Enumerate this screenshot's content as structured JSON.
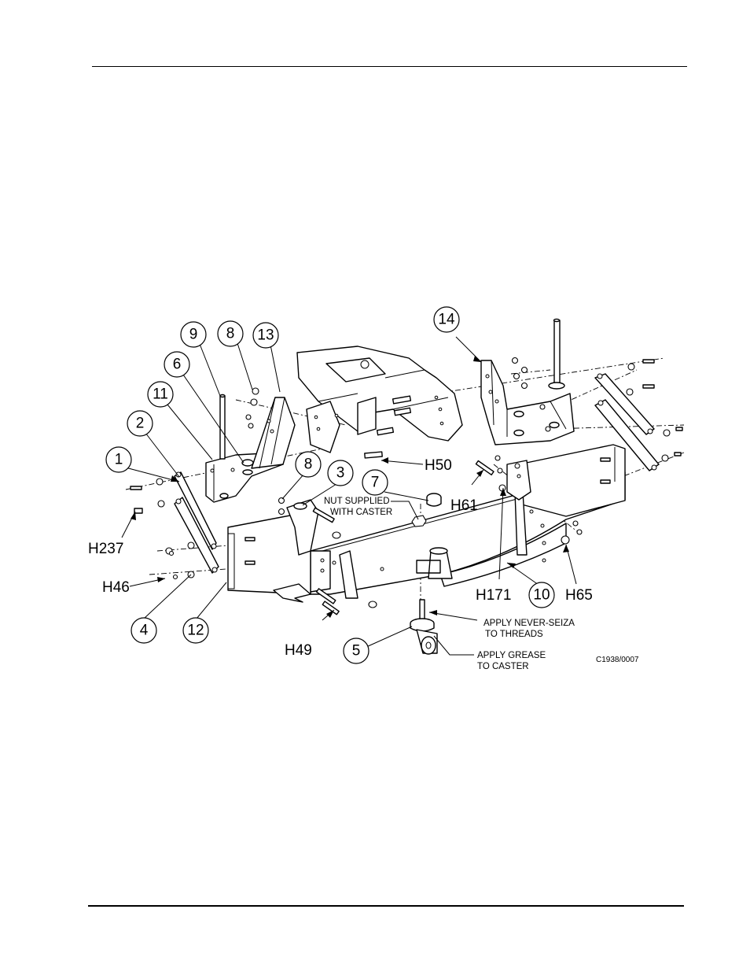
{
  "balloons": {
    "b1": "1",
    "b2": "2",
    "b3": "3",
    "b4": "4",
    "b5": "5",
    "b6": "6",
    "b7": "7",
    "b8a": "8",
    "b8b": "8",
    "b9": "9",
    "b10": "10",
    "b11": "11",
    "b12": "12",
    "b13": "13",
    "b14": "14"
  },
  "hardware": {
    "h237": "H237",
    "h46": "H46",
    "h49": "H49",
    "h50": "H50",
    "h61": "H61",
    "h171": "H171",
    "h65": "H65"
  },
  "notes": {
    "nut_line1": "NUT SUPPLIED",
    "nut_line2": "WITH CASTER",
    "seize_line1": "APPLY NEVER-SEIZA",
    "seize_line2": "TO THREADS",
    "grease_line1": "APPLY GREASE",
    "grease_line2": "TO CASTER"
  },
  "drawing_code": "C1938/0007"
}
